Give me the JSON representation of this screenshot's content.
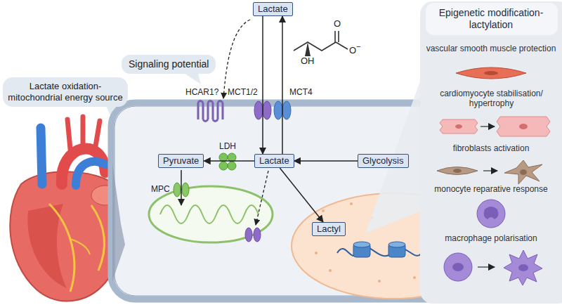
{
  "diagram": {
    "nodes": [
      {
        "text": [
          "Lactate"
        ]
      },
      {
        "text": [
          "Signaling potential"
        ]
      },
      {
        "text": [
          "Lactate oxidation- mitochondrial energy source"
        ]
      },
      {
        "text": [
          "Pyruvate"
        ]
      },
      {
        "text": [
          "Lactate"
        ]
      },
      {
        "text": [
          "Glycolysis"
        ]
      },
      {
        "text": [
          "Lactyl"
        ]
      },
      {
        "text": [
          "Epigenetic modification- lactylation",
          "vascular smooth muscle protection",
          "cardiomyocyte stabilisation/ hypertrophy",
          "fibroblasts activation",
          "monocyte reparative response",
          "macrophage polarisation"
        ]
      }
    ],
    "edges": [
      {
        "from": 0,
        "to": 4,
        "arrow": "to"
      },
      {
        "from": 4,
        "to": 0,
        "arrow": "to"
      },
      {
        "from": 5,
        "to": 4,
        "arrow": "to"
      },
      {
        "from": 4,
        "to": 3,
        "arrow": "to"
      },
      {
        "from": 4,
        "to": 6,
        "arrow": "to"
      }
    ],
    "labels": [
      "O",
      "O",
      "−",
      "OH",
      "HCAR1?",
      "MCT1/2",
      "MCT4",
      "LDH",
      "MPC"
    ]
  }
}
